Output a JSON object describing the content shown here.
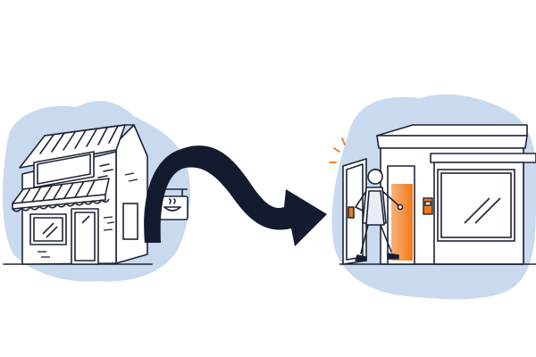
{
  "illustration": {
    "left_scene": "old-storefront-with-cafe-sign",
    "connector": "curved-arrow",
    "right_scene": "modern-store-with-greeter-opening-door",
    "colors": {
      "background": "#ffffff",
      "blob": "#c9daee",
      "ink": "#1d2436",
      "arrow": "#141b2e",
      "accent_orange": "#f07a1a",
      "accent_orange_light": "#f7b27a",
      "wall": "#ffffff",
      "window_glass": "#ffffff"
    },
    "icons": [
      "storefront-icon",
      "awning-icon",
      "hanging-sign-icon",
      "cup-icon",
      "arrow-icon",
      "modern-building-icon",
      "door-icon",
      "person-icon",
      "spark-lines-icon",
      "wall-panel-icon"
    ]
  }
}
